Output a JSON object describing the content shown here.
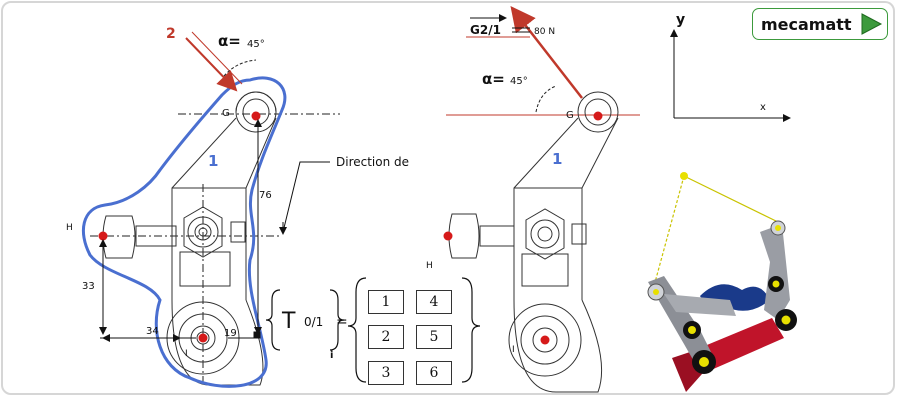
{
  "left_figure": {
    "force_number": "2",
    "alpha_symbol": "α=",
    "alpha_value": "45°",
    "point_g": "G",
    "part_number": "1",
    "direction_label": "Direction de",
    "point_h": "H",
    "point_i": "I",
    "dim_76": "76",
    "dim_33": "33",
    "dim_34": "34",
    "dim_19": "19"
  },
  "middle_figure": {
    "force_label": "G2/1",
    "force_value": "80 N",
    "alpha_symbol": "α=",
    "alpha_value": "45°",
    "point_g": "G",
    "part_number": "1",
    "point_h": "H",
    "point_i": "I"
  },
  "torsor": {
    "symbol": "T",
    "subscript": "0/1",
    "index": "i",
    "equals": "=",
    "cells": [
      "1",
      "4",
      "2",
      "5",
      "3",
      "6"
    ]
  },
  "axes": {
    "y_label": "y",
    "x_label": "x"
  },
  "brand": {
    "label": "mecamatt",
    "icon": "play-triangle-icon",
    "color": "#3c9a3c"
  },
  "colors": {
    "outline_blue": "#4a6fd0",
    "force_red": "#c0392b",
    "point_red": "#d61a1a"
  }
}
